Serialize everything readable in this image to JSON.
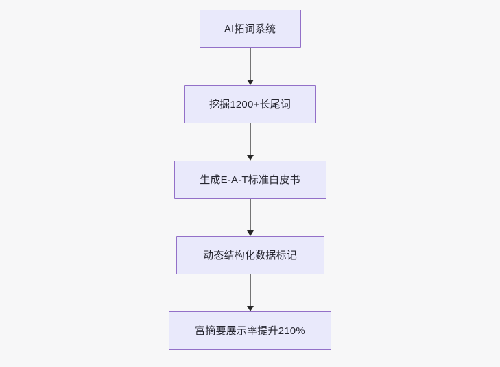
{
  "diagram": {
    "type": "flowchart",
    "orientation": "top-to-bottom",
    "background_color": "#f7f7f8",
    "node_fill_color": "#e9e9fb",
    "node_border_color": "#9370c8",
    "node_text_color": "#262630",
    "connector_color": "#757575",
    "arrowhead_color": "#262626",
    "nodes": [
      {
        "id": "node-1",
        "label": "AI拓词系统"
      },
      {
        "id": "node-2",
        "label": "挖掘1200+长尾词"
      },
      {
        "id": "node-3",
        "label": "生成E-A-T标准白皮书"
      },
      {
        "id": "node-4",
        "label": "动态结构化数据标记"
      },
      {
        "id": "node-5",
        "label": "富摘要展示率提升210%"
      }
    ],
    "edges": [
      {
        "id": "edge-1",
        "from": "node-1",
        "to": "node-2",
        "arrow": "down-arrow"
      },
      {
        "id": "edge-2",
        "from": "node-2",
        "to": "node-3",
        "arrow": "down-arrow"
      },
      {
        "id": "edge-3",
        "from": "node-3",
        "to": "node-4",
        "arrow": "down-arrow"
      },
      {
        "id": "edge-4",
        "from": "node-4",
        "to": "node-5",
        "arrow": "down-arrow"
      }
    ]
  }
}
